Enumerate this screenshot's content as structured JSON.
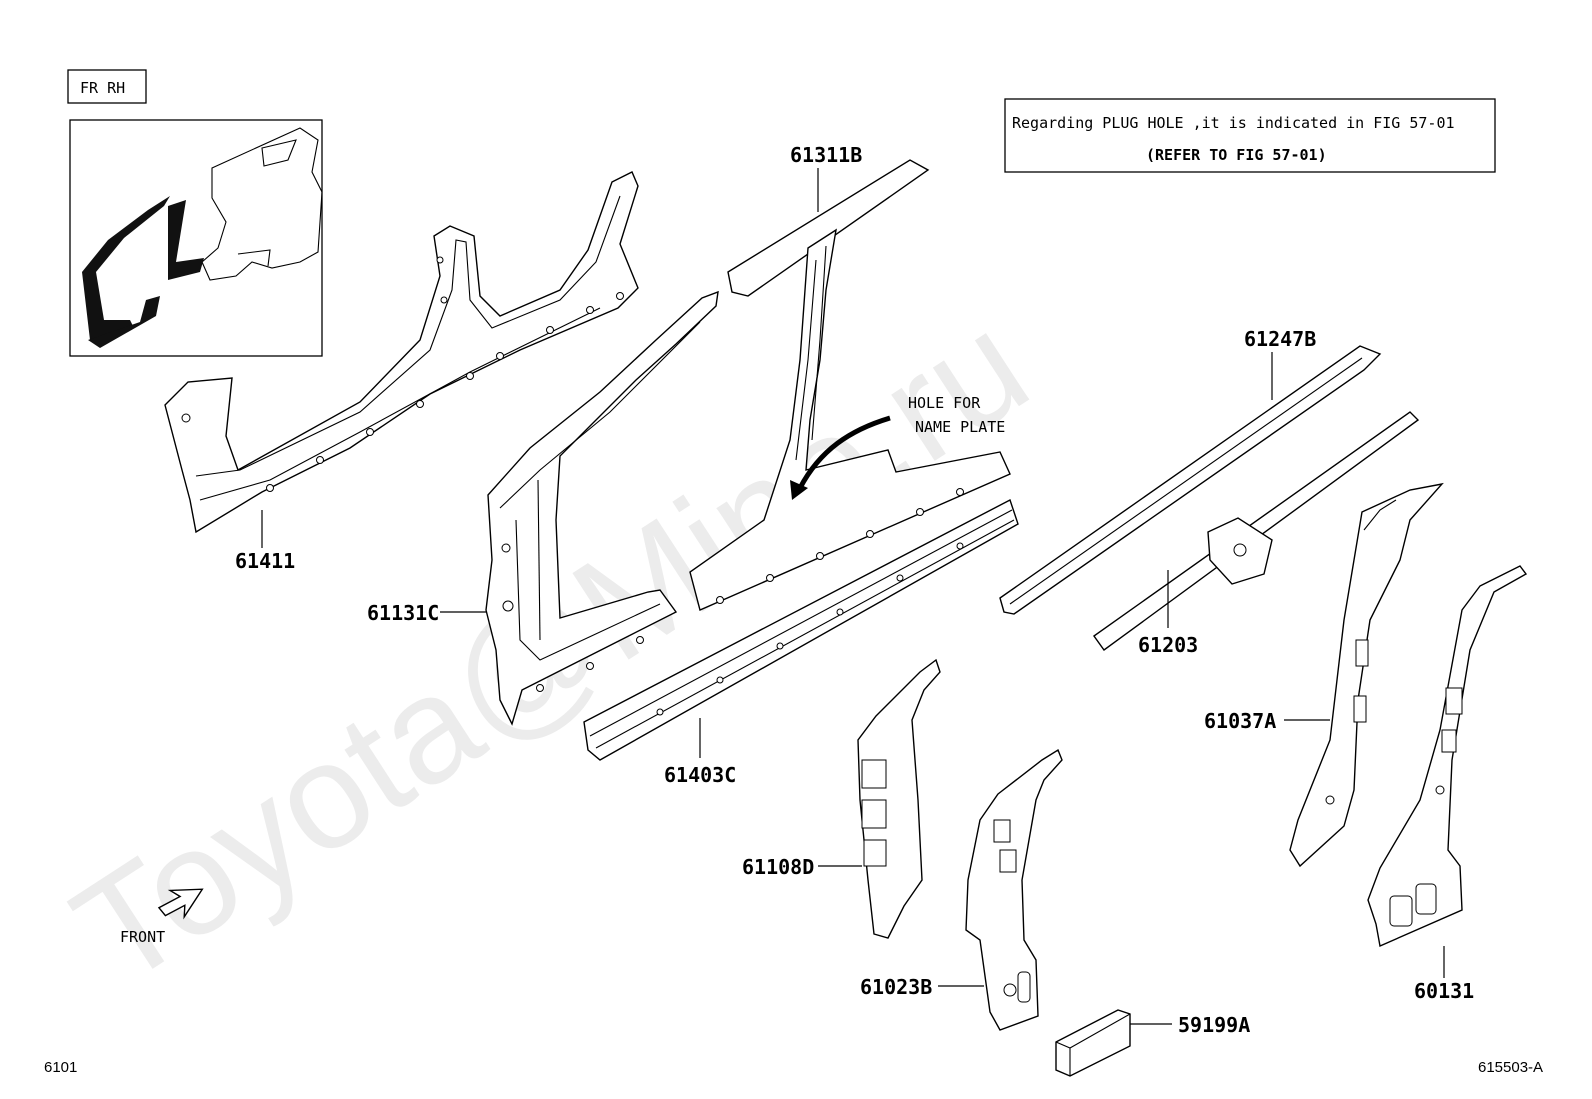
{
  "diagram": {
    "fr_rh_label": "FR RH",
    "note": {
      "line1": "Regarding PLUG HOLE ,it is indicated in FIG 57-01",
      "line2": "(REFER TO FIG 57-01)"
    },
    "hole_for_name_plate": {
      "line1": "HOLE FOR",
      "line2": "NAME PLATE"
    },
    "front_label": "FRONT",
    "page_code": "6101",
    "figure_code": "615503-A",
    "watermark": "Toyota@Mine.ru",
    "parts": {
      "p61411": "61411",
      "p61131C": "61131C",
      "p61311B": "61311B",
      "p61403C": "61403C",
      "p61247B": "61247B",
      "p61203": "61203",
      "p61037A": "61037A",
      "p61108D": "61108D",
      "p61023B": "61023B",
      "p60131": "60131",
      "p59199A": "59199A"
    }
  }
}
